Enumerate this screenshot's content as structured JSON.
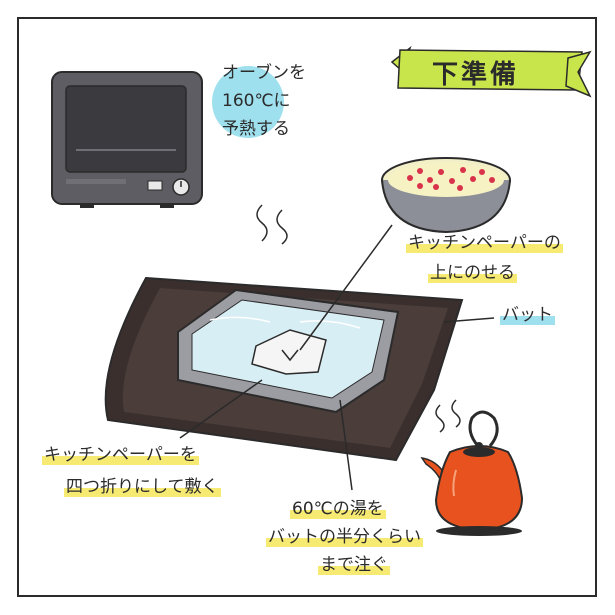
{
  "title": "下準備",
  "labels": {
    "oven": [
      "オーブンを",
      "160℃に",
      "予熱する"
    ],
    "paper_on_top": [
      "キッチンペーパーの",
      "上にのせる"
    ],
    "vat": "バット",
    "fold_paper": [
      "キッチンペーパーを",
      "四つ折りにして敷く"
    ],
    "pour_water": [
      "60℃の湯を",
      "バットの半分くらい",
      "まで注ぐ"
    ]
  },
  "colors": {
    "highlight_yellow": "#f7ea72",
    "highlight_blue": "#9fe0ee",
    "banner_green": "#c8e64b",
    "kettle_orange": "#e8521e",
    "tray_dark": "#3a2f2d",
    "oven_gray": "#5d5d63"
  }
}
